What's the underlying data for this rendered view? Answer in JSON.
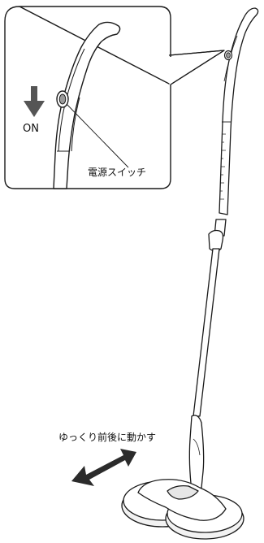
{
  "labels": {
    "on": "ON",
    "power_switch": "電源スイッチ",
    "instruction": "ゆっくり前後に動かす"
  },
  "colors": {
    "outline": "#1a1a1a",
    "arrow": "#555555",
    "arrow_dark": "#2b2b2b",
    "background": "#ffffff"
  },
  "icons": {
    "down_arrow": "down-arrow-icon",
    "double_arrow": "double-headed-arrow-icon"
  }
}
